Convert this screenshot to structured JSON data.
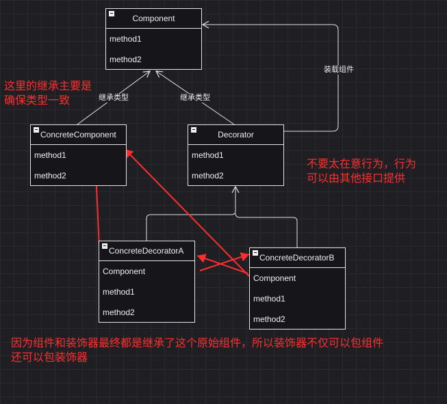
{
  "classes": {
    "component": {
      "title": "Component",
      "members": [
        "method1",
        "method2"
      ]
    },
    "concrete_component": {
      "title": "ConcreteComponent",
      "members": [
        "method1",
        "method2"
      ]
    },
    "decorator": {
      "title": "Decorator",
      "members": [
        "method1",
        "method2"
      ]
    },
    "concrete_decorator_a": {
      "title": "ConcreteDecoratorA",
      "members": [
        "Component",
        "method1",
        "method2"
      ]
    },
    "concrete_decorator_b": {
      "title": "ConcreteDecoratorB",
      "members": [
        "Component",
        "method1",
        "method2"
      ]
    }
  },
  "edge_labels": {
    "inherit_left": "继承类型",
    "inherit_right": "继承类型",
    "aggregation": "装载组件"
  },
  "notes": {
    "inheritance_purpose": [
      "这里的继承主要是",
      "确保类型一致"
    ],
    "behavior": [
      "不要太在意行为，行为",
      "可以由其他接口提供"
    ],
    "summary": [
      "因为组件和装饰器最终都是继承了这个原始组件，所以装饰器不仅可以包组件",
      "还可以包装饰器"
    ]
  },
  "colors": {
    "background": "#1f1f23",
    "box_fill": "#16161a",
    "line": "#e6e6e6",
    "annotation": "#ff2e2e"
  }
}
